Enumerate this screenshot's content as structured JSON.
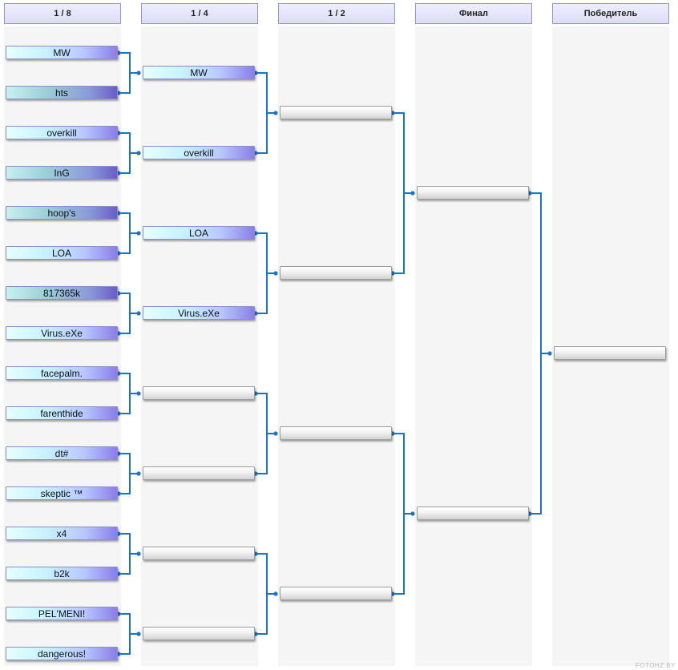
{
  "rounds": [
    {
      "label": "1 / 8"
    },
    {
      "label": "1 / 4"
    },
    {
      "label": "1 / 2"
    },
    {
      "label": "Финал"
    },
    {
      "label": "Победитель"
    }
  ],
  "round16": [
    {
      "name": "MW",
      "style": "w"
    },
    {
      "name": "hts",
      "style": "l"
    },
    {
      "name": "overkill",
      "style": "w"
    },
    {
      "name": "InG",
      "style": "l"
    },
    {
      "name": "hoop's",
      "style": "l"
    },
    {
      "name": "LOA",
      "style": "w"
    },
    {
      "name": "817365k",
      "style": "l"
    },
    {
      "name": "Virus.eXe",
      "style": "w"
    },
    {
      "name": "facepalm.",
      "style": "w"
    },
    {
      "name": "farenthide",
      "style": "w"
    },
    {
      "name": "dt#",
      "style": "w"
    },
    {
      "name": "skeptic ™",
      "style": "w"
    },
    {
      "name": "x4",
      "style": "w"
    },
    {
      "name": "b2k",
      "style": "w"
    },
    {
      "name": "PEL'MENI!",
      "style": "w"
    },
    {
      "name": "dangerous!",
      "style": "w"
    }
  ],
  "quarterfinals": [
    {
      "name": "MW",
      "style": "w"
    },
    {
      "name": "overkill",
      "style": "w"
    },
    {
      "name": "LOA",
      "style": "w"
    },
    {
      "name": "Virus.eXe",
      "style": "w"
    },
    {
      "name": "",
      "style": "e"
    },
    {
      "name": "",
      "style": "e"
    },
    {
      "name": "",
      "style": "e"
    },
    {
      "name": "",
      "style": "e"
    }
  ],
  "semifinals": [
    {
      "name": "",
      "style": "e"
    },
    {
      "name": "",
      "style": "e"
    },
    {
      "name": "",
      "style": "e"
    },
    {
      "name": "",
      "style": "e"
    }
  ],
  "final": [
    {
      "name": "",
      "style": "e"
    },
    {
      "name": "",
      "style": "e"
    }
  ],
  "winner": [
    {
      "name": "",
      "style": "e"
    }
  ],
  "watermark": "FOTOHZ.BY",
  "colors": {
    "connector": "#1a73c8",
    "header_border": "#9494c8"
  }
}
